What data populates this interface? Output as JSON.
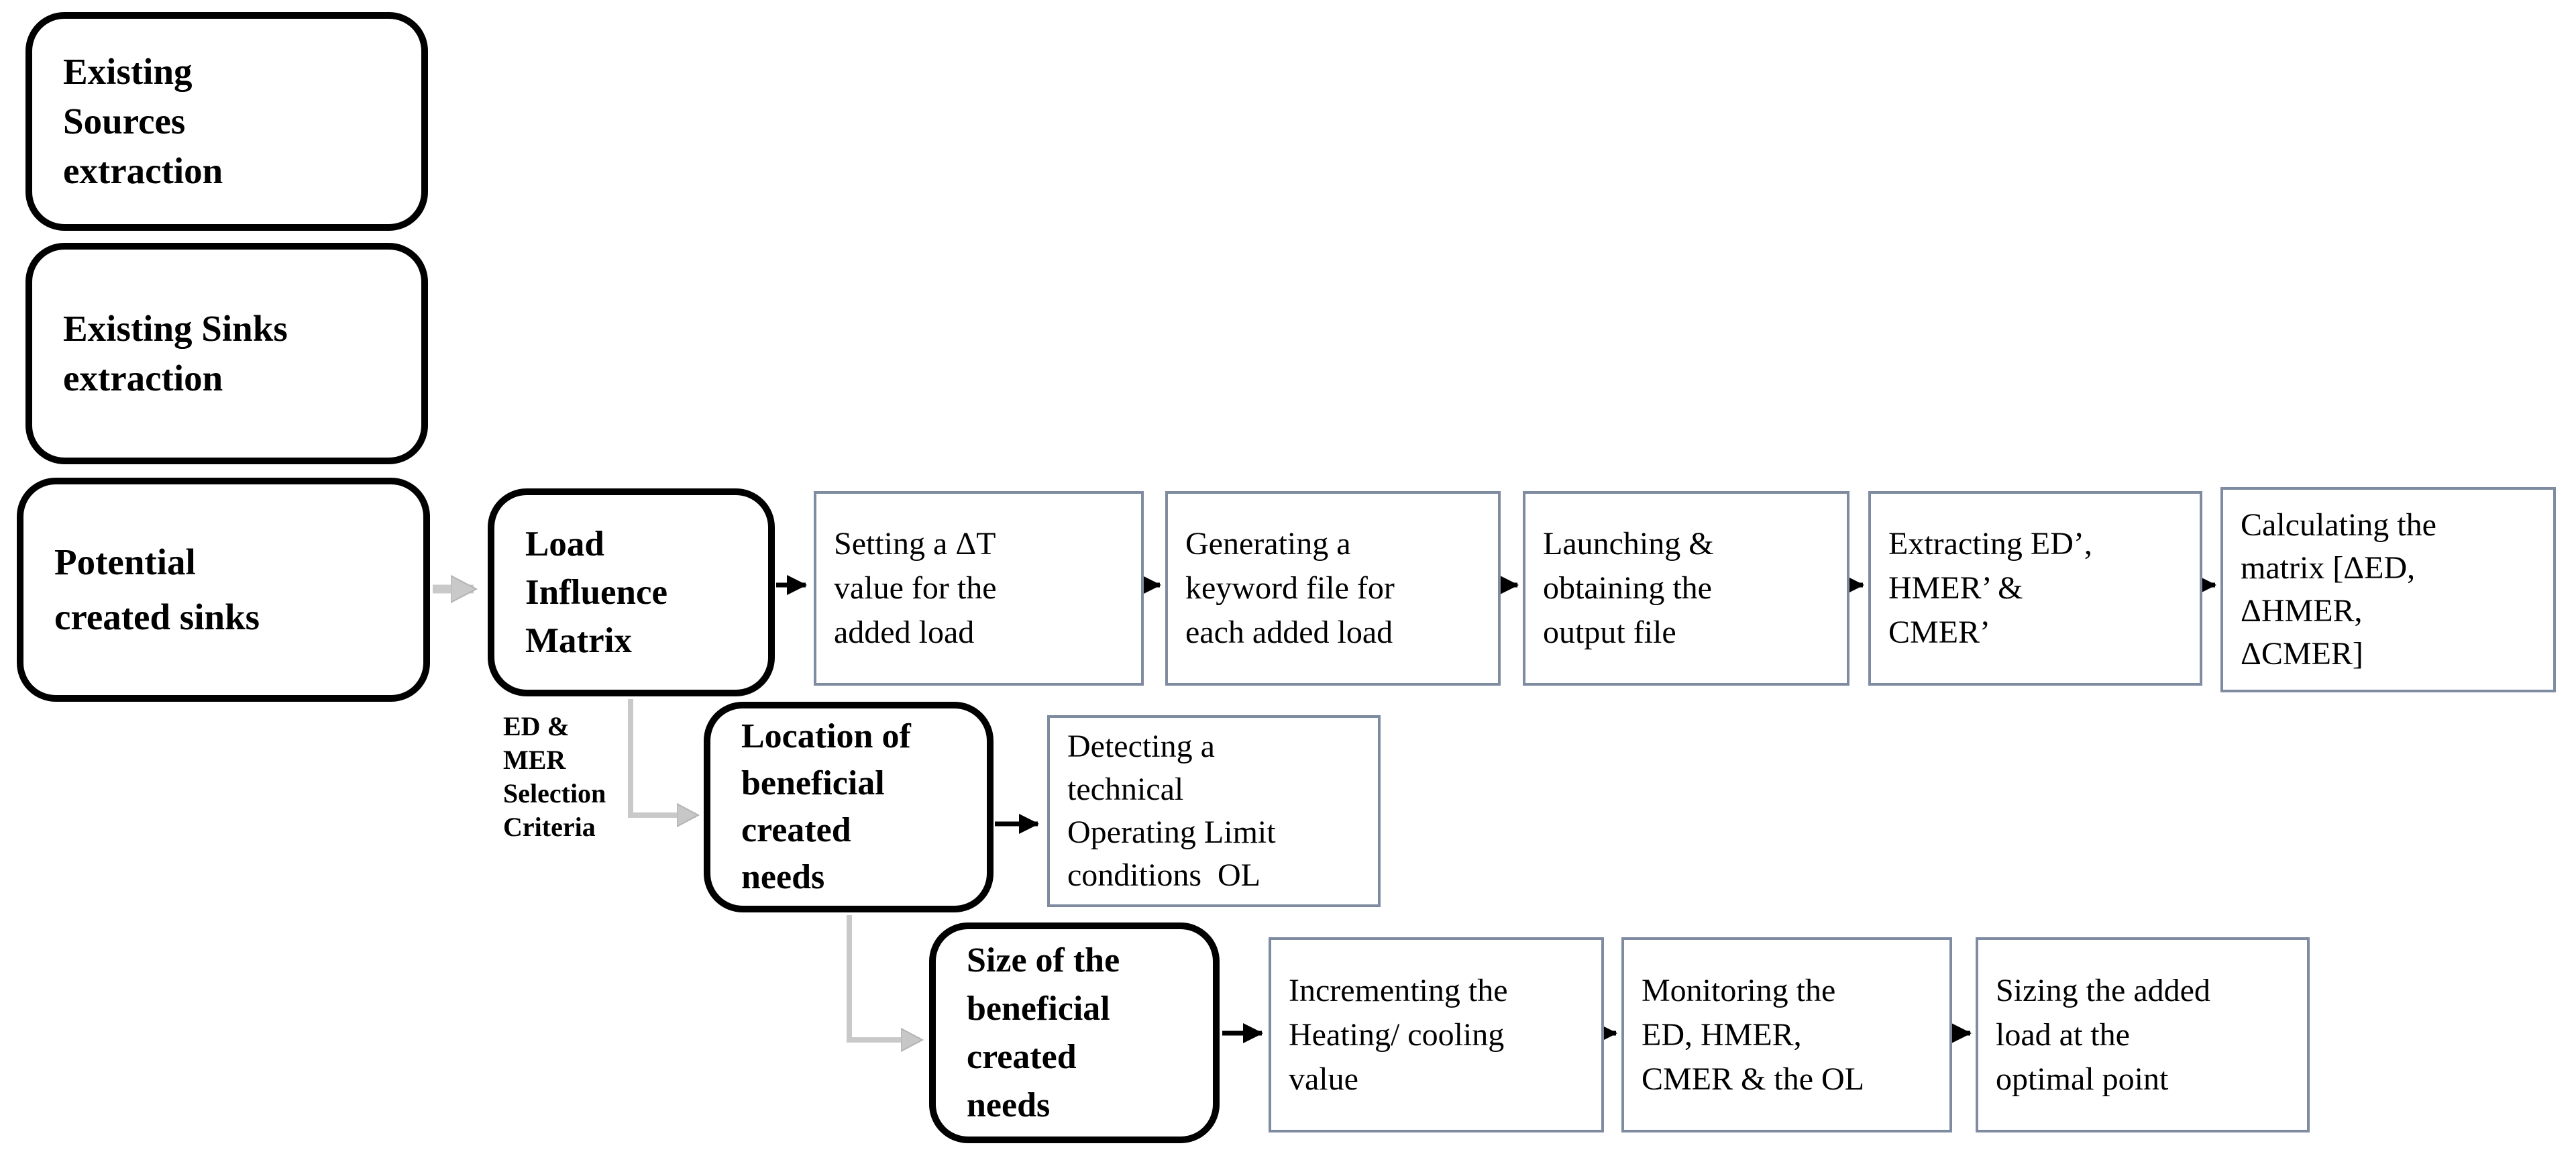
{
  "figure": {
    "background": "#ffffff",
    "colors": {
      "rounded_border": "#000000",
      "process_border": "#7f8ba0",
      "black_arrow": "#000000",
      "gray_arrow": "#c7c7c7",
      "text": "#000000"
    },
    "rounded_nodes": {
      "existing_sources": {
        "label": "Existing\nSources\nextraction"
      },
      "existing_sinks": {
        "label": "Existing Sinks\nextraction"
      },
      "potential_sinks": {
        "label": "Potential\ncreated sinks"
      },
      "load_influence_matrix": {
        "label": "Load\nInfluence\nMatrix"
      },
      "location_needs": {
        "label": "Location of\nbeneficial\ncreated\nneeds"
      },
      "size_needs": {
        "label": "Size of the\nbeneficial\ncreated\nneeds"
      }
    },
    "process_nodes": {
      "setting_dt": {
        "label": "Setting a ΔT\nvalue for the\nadded load"
      },
      "generating_keyword": {
        "label": "Generating a\nkeyword file for\neach added load"
      },
      "launching_output": {
        "label": "Launching &\nobtaining the\noutput file"
      },
      "extracting": {
        "label": "Extracting ED’,\nHMER’ &\nCMER’"
      },
      "calculating_matrix": {
        "label": "Calculating the\nmatrix [ΔED,\nΔHMER,\nΔCMER]"
      },
      "detecting_ol": {
        "label": "Detecting a\ntechnical\nOperating Limit\nconditions  OL"
      },
      "incrementing": {
        "label": "Incrementing the\nHeating/ cooling\nvalue"
      },
      "monitoring": {
        "label": "Monitoring the\nED, HMER,\nCMER & the OL"
      },
      "sizing": {
        "label": "Sizing the added\nload at the\noptimal point"
      }
    },
    "annotation": {
      "label": "ED &\nMER\nSelection\nCriteria"
    },
    "connections": [
      {
        "from": "potential_sinks",
        "to": "load_influence_matrix",
        "style": "gray"
      },
      {
        "from": "load_influence_matrix",
        "to": "setting_dt",
        "style": "black"
      },
      {
        "from": "setting_dt",
        "to": "generating_keyword",
        "style": "black"
      },
      {
        "from": "generating_keyword",
        "to": "launching_output",
        "style": "black"
      },
      {
        "from": "launching_output",
        "to": "extracting",
        "style": "black"
      },
      {
        "from": "extracting",
        "to": "calculating_matrix",
        "style": "black"
      },
      {
        "from": "load_influence_matrix",
        "to": "location_needs",
        "style": "gray-elbow",
        "via_label": "ED & MER Selection Criteria"
      },
      {
        "from": "location_needs",
        "to": "detecting_ol",
        "style": "black"
      },
      {
        "from": "location_needs",
        "to": "size_needs",
        "style": "gray-elbow"
      },
      {
        "from": "size_needs",
        "to": "incrementing",
        "style": "black"
      },
      {
        "from": "incrementing",
        "to": "monitoring",
        "style": "black"
      },
      {
        "from": "monitoring",
        "to": "sizing",
        "style": "black"
      }
    ]
  }
}
